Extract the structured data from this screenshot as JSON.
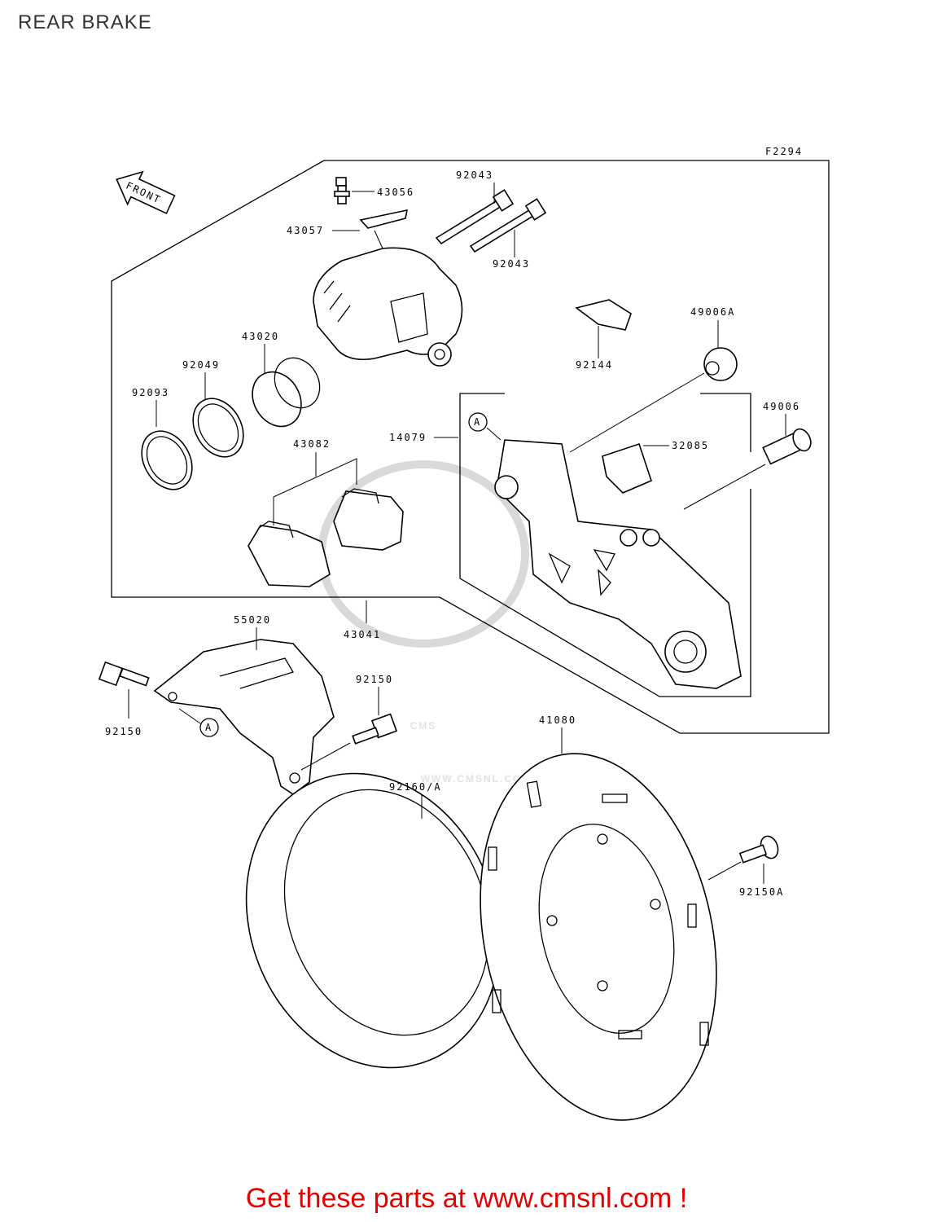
{
  "title": "REAR BRAKE",
  "figure_code": "F2294",
  "front_label": "FRONT",
  "ref_marker": "A",
  "parts": {
    "p43056": "43056",
    "p43057": "43057",
    "p92043a": "92043",
    "p92043b": "92043",
    "p43020": "43020",
    "p92049": "92049",
    "p92093": "92093",
    "p92144": "92144",
    "p49006a": "49006A",
    "p49006": "49006",
    "p14079": "14079",
    "p32085": "32085",
    "p43082": "43082",
    "p43041": "43041",
    "p55020": "55020",
    "p92150a": "92150",
    "p92150b": "92150",
    "p41080": "41080",
    "p92160": "92160/A",
    "p92150c": "92150A"
  },
  "watermark": {
    "brand": "CMS",
    "url": "WWW.CMSNL.COM"
  },
  "cta": "Get these parts at www.cmsnl.com !",
  "colors": {
    "cta": "#e60000",
    "title": "#333333",
    "lines": "#000000"
  }
}
